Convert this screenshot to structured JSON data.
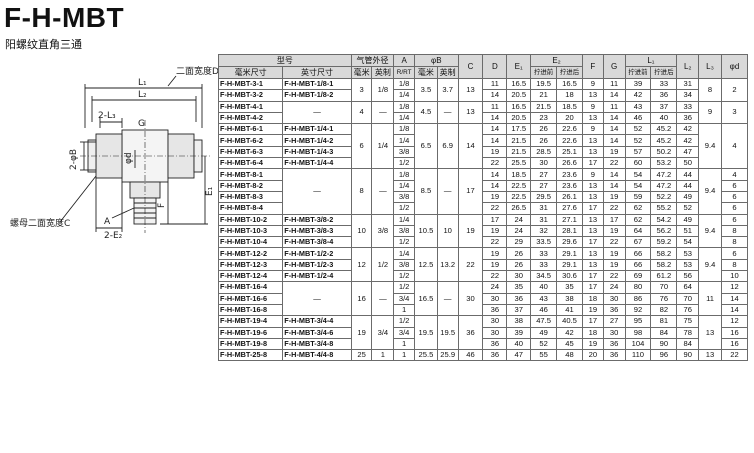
{
  "title": "F-H-MBT",
  "subtitle": "阳螺纹直角三通",
  "drawing": {
    "labels": {
      "width_d": "二面宽度D",
      "l1": "L₁",
      "l2": "L₂",
      "two_l3": "2-L₃",
      "g": "G",
      "two_phi_b": "2-φB",
      "phi_d": "φd",
      "e1": "E₁",
      "f": "F",
      "nut_width_c": "螺母二面宽度C",
      "a": "A",
      "two_e2": "2-E₂"
    }
  },
  "table": {
    "header1": {
      "model": "型号",
      "tube_od": "气管外径",
      "a": "A",
      "phi_b": "φB",
      "c": "C",
      "d": "D",
      "e1": "E₁",
      "e2": "E₂",
      "f": "F",
      "g": "G",
      "l1": "L₁",
      "l2": "L₂",
      "l3": "L₃",
      "phi_d": "φd"
    },
    "header2": {
      "metric_size": "毫米尺寸",
      "inch_size": "英寸尺寸",
      "mm": "毫米",
      "inch": "英制",
      "rrt": "R/RT",
      "mm_b": "毫米",
      "inch_b": "英制",
      "before": "拧进前",
      "after": "拧进后",
      "before_l": "拧进前",
      "after_l": "拧进后"
    },
    "dash": "—",
    "groups": [
      {
        "od_mm": "3",
        "od_in": "1/8",
        "b_mm": "3.5",
        "b_in": "3.7",
        "c": "13",
        "l3": "8",
        "phi_d": "2",
        "rows": [
          {
            "m": "F-H-MBT-3-1",
            "i": "F-H-MBT-1/8-1",
            "a": "1/8",
            "d": "11",
            "e1": "16.5",
            "e2b": "19.5",
            "e2a": "16.5",
            "f": "9",
            "g": "11",
            "l1b": "39",
            "l1a": "33",
            "l2": "31"
          },
          {
            "m": "F-H-MBT-3-2",
            "i": "F-H-MBT-1/8-2",
            "a": "1/4",
            "d": "14",
            "e1": "20.5",
            "e2b": "21",
            "e2a": "18",
            "f": "13",
            "g": "14",
            "l1b": "42",
            "l1a": "36",
            "l2": "34"
          }
        ]
      },
      {
        "od_mm": "4",
        "od_in": "—",
        "b_mm": "4.5",
        "b_in": "—",
        "c": "13",
        "l3": "9",
        "phi_d": "3",
        "rows": [
          {
            "m": "F-H-MBT-4-1",
            "i": "—",
            "a": "1/8",
            "d": "11",
            "e1": "16.5",
            "e2b": "21.5",
            "e2a": "18.5",
            "f": "9",
            "g": "11",
            "l1b": "43",
            "l1a": "37",
            "l2": "33"
          },
          {
            "m": "F-H-MBT-4-2",
            "i": "",
            "a": "1/4",
            "d": "14",
            "e1": "20.5",
            "e2b": "23",
            "e2a": "20",
            "f": "13",
            "g": "14",
            "l1b": "46",
            "l1a": "40",
            "l2": "36"
          }
        ]
      },
      {
        "od_mm": "6",
        "od_in": "1/4",
        "b_mm": "6.5",
        "b_in": "6.9",
        "c": "14",
        "l3": "9.4",
        "phi_d": "4",
        "rows": [
          {
            "m": "F-H-MBT-6-1",
            "i": "F-H-MBT-1/4-1",
            "a": "1/8",
            "d": "14",
            "e1": "17.5",
            "e2b": "26",
            "e2a": "22.6",
            "f": "9",
            "g": "14",
            "l1b": "52",
            "l1a": "45.2",
            "l2": "42"
          },
          {
            "m": "F-H-MBT-6-2",
            "i": "F-H-MBT-1/4-2",
            "a": "1/4",
            "d": "14",
            "e1": "21.5",
            "e2b": "26",
            "e2a": "22.6",
            "f": "13",
            "g": "14",
            "l1b": "52",
            "l1a": "45.2",
            "l2": "42"
          },
          {
            "m": "F-H-MBT-6-3",
            "i": "F-H-MBT-1/4-3",
            "a": "3/8",
            "d": "19",
            "e1": "21.5",
            "e2b": "28.5",
            "e2a": "25.1",
            "f": "13",
            "g": "19",
            "l1b": "57",
            "l1a": "50.2",
            "l2": "47"
          },
          {
            "m": "F-H-MBT-6-4",
            "i": "F-H-MBT-1/4-4",
            "a": "1/2",
            "d": "22",
            "e1": "25.5",
            "e2b": "30",
            "e2a": "26.6",
            "f": "17",
            "g": "22",
            "l1b": "60",
            "l1a": "53.2",
            "l2": "50"
          }
        ]
      },
      {
        "od_mm": "8",
        "od_in": "—",
        "b_mm": "8.5",
        "b_in": "—",
        "c": "17",
        "l3": "9.4",
        "phi_d": "",
        "rows": [
          {
            "m": "F-H-MBT-8-1",
            "i": "—",
            "a": "1/8",
            "d": "14",
            "e1": "18.5",
            "e2b": "27",
            "e2a": "23.6",
            "f": "9",
            "g": "14",
            "l1b": "54",
            "l1a": "47.2",
            "l2": "44",
            "pd": "4"
          },
          {
            "m": "F-H-MBT-8-2",
            "i": "",
            "a": "1/4",
            "d": "14",
            "e1": "22.5",
            "e2b": "27",
            "e2a": "23.6",
            "f": "13",
            "g": "14",
            "l1b": "54",
            "l1a": "47.2",
            "l2": "44",
            "pd": "6"
          },
          {
            "m": "F-H-MBT-8-3",
            "i": "",
            "a": "3/8",
            "d": "19",
            "e1": "22.5",
            "e2b": "29.5",
            "e2a": "26.1",
            "f": "13",
            "g": "19",
            "l1b": "59",
            "l1a": "52.2",
            "l2": "49",
            "pd": "6"
          },
          {
            "m": "F-H-MBT-8-4",
            "i": "",
            "a": "1/2",
            "d": "22",
            "e1": "26.5",
            "e2b": "31",
            "e2a": "27.6",
            "f": "17",
            "g": "22",
            "l1b": "62",
            "l1a": "55.2",
            "l2": "52",
            "pd": "6"
          }
        ]
      },
      {
        "od_mm": "10",
        "od_in": "3/8",
        "b_mm": "10.5",
        "b_in": "10",
        "c": "19",
        "l3": "9.4",
        "phi_d": "",
        "rows": [
          {
            "m": "F-H-MBT-10-2",
            "i": "F-H-MBT-3/8-2",
            "a": "1/4",
            "d": "17",
            "e1": "24",
            "e2b": "31",
            "e2a": "27.1",
            "f": "13",
            "g": "17",
            "l1b": "62",
            "l1a": "54.2",
            "l2": "49",
            "pd": "6"
          },
          {
            "m": "F-H-MBT-10-3",
            "i": "F-H-MBT-3/8-3",
            "a": "3/8",
            "d": "19",
            "e1": "24",
            "e2b": "32",
            "e2a": "28.1",
            "f": "13",
            "g": "19",
            "l1b": "64",
            "l1a": "56.2",
            "l2": "51",
            "pd": "8"
          },
          {
            "m": "F-H-MBT-10-4",
            "i": "F-H-MBT-3/8-4",
            "a": "1/2",
            "d": "22",
            "e1": "29",
            "e2b": "33.5",
            "e2a": "29.6",
            "f": "17",
            "g": "22",
            "l1b": "67",
            "l1a": "59.2",
            "l2": "54",
            "pd": "8"
          }
        ]
      },
      {
        "od_mm": "12",
        "od_in": "1/2",
        "b_mm": "12.5",
        "b_in": "13.2",
        "c": "22",
        "l3": "9.4",
        "phi_d": "",
        "rows": [
          {
            "m": "F-H-MBT-12-2",
            "i": "F-H-MBT-1/2-2",
            "a": "1/4",
            "d": "19",
            "e1": "26",
            "e2b": "33",
            "e2a": "29.1",
            "f": "13",
            "g": "19",
            "l1b": "66",
            "l1a": "58.2",
            "l2": "53",
            "pd": "6"
          },
          {
            "m": "F-H-MBT-12-3",
            "i": "F-H-MBT-1/2-3",
            "a": "3/8",
            "d": "19",
            "e1": "26",
            "e2b": "33",
            "e2a": "29.1",
            "f": "13",
            "g": "19",
            "l1b": "66",
            "l1a": "58.2",
            "l2": "53",
            "pd": "8"
          },
          {
            "m": "F-H-MBT-12-4",
            "i": "F-H-MBT-1/2-4",
            "a": "1/2",
            "d": "22",
            "e1": "30",
            "e2b": "34.5",
            "e2a": "30.6",
            "f": "17",
            "g": "22",
            "l1b": "69",
            "l1a": "61.2",
            "l2": "56",
            "pd": "10"
          }
        ]
      },
      {
        "od_mm": "16",
        "od_in": "—",
        "b_mm": "16.5",
        "b_in": "—",
        "c": "30",
        "l3": "11",
        "phi_d": "",
        "rows": [
          {
            "m": "F-H-MBT-16-4",
            "i": "—",
            "a": "1/2",
            "d": "24",
            "e1": "35",
            "e2b": "40",
            "e2a": "35",
            "f": "17",
            "g": "24",
            "l1b": "80",
            "l1a": "70",
            "l2": "64",
            "pd": "12"
          },
          {
            "m": "F-H-MBT-16-6",
            "i": "",
            "a": "3/4",
            "d": "30",
            "e1": "36",
            "e2b": "43",
            "e2a": "38",
            "f": "18",
            "g": "30",
            "l1b": "86",
            "l1a": "76",
            "l2": "70",
            "pd": "14"
          },
          {
            "m": "F-H-MBT-16-8",
            "i": "",
            "a": "1",
            "d": "36",
            "e1": "37",
            "e2b": "46",
            "e2a": "41",
            "f": "19",
            "g": "36",
            "l1b": "92",
            "l1a": "82",
            "l2": "76",
            "pd": "14"
          }
        ]
      },
      {
        "od_mm": "19",
        "od_in": "3/4",
        "b_mm": "19.5",
        "b_in": "19.5",
        "c": "36",
        "l3": "13",
        "phi_d": "",
        "rows": [
          {
            "m": "F-H-MBT-19-4",
            "i": "F-H-MBT-3/4-4",
            "a": "1/2",
            "d": "30",
            "e1": "38",
            "e2b": "47.5",
            "e2a": "40.5",
            "f": "17",
            "g": "27",
            "l1b": "95",
            "l1a": "81",
            "l2": "75",
            "pd": "12"
          },
          {
            "m": "F-H-MBT-19-6",
            "i": "F-H-MBT-3/4-6",
            "a": "3/4",
            "d": "30",
            "e1": "39",
            "e2b": "49",
            "e2a": "42",
            "f": "18",
            "g": "30",
            "l1b": "98",
            "l1a": "84",
            "l2": "78",
            "pd": "16"
          },
          {
            "m": "F-H-MBT-19-8",
            "i": "F-H-MBT-3/4-8",
            "a": "1",
            "d": "36",
            "e1": "40",
            "e2b": "52",
            "e2a": "45",
            "f": "19",
            "g": "36",
            "l1b": "104",
            "l1a": "90",
            "l2": "84",
            "pd": "16"
          }
        ]
      },
      {
        "od_mm": "25",
        "od_in": "1",
        "b_mm": "25.5",
        "b_in": "25.9",
        "c": "46",
        "l3": "13",
        "phi_d": "22",
        "rows": [
          {
            "m": "F-H-MBT-25-8",
            "i": "F-H-MBT-4/4-8",
            "a": "1",
            "d": "36",
            "e1": "47",
            "e2b": "55",
            "e2a": "48",
            "f": "20",
            "g": "36",
            "l1b": "110",
            "l1a": "96",
            "l2": "90"
          }
        ]
      }
    ]
  }
}
